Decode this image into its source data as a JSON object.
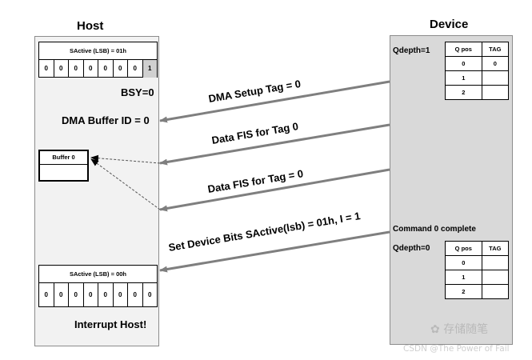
{
  "host": {
    "title": "Host",
    "sactive_before": {
      "header": "SActive (LSB) = 01h",
      "bits": [
        "0",
        "0",
        "0",
        "0",
        "0",
        "0",
        "0",
        "1"
      ]
    },
    "bsy": "BSY=0",
    "dma_buffer_id": "DMA Buffer ID = 0",
    "buffer_label": "Buffer 0",
    "sactive_after": {
      "header": "SActive (LSB) = 00h",
      "bits": [
        "0",
        "0",
        "0",
        "0",
        "0",
        "0",
        "0",
        "0"
      ]
    },
    "interrupt": "Interrupt Host!"
  },
  "device": {
    "title": "Device",
    "qdepth_before": "Qdepth=1",
    "queue_before": {
      "headers": [
        "Q pos",
        "TAG"
      ],
      "rows": [
        [
          "0",
          "0"
        ],
        [
          "1",
          ""
        ],
        [
          "2",
          ""
        ]
      ]
    },
    "command_complete": "Command 0 complete",
    "qdepth_after": "Qdepth=0",
    "queue_after": {
      "headers": [
        "Q pos",
        "TAG"
      ],
      "rows": [
        [
          "0",
          ""
        ],
        [
          "1",
          ""
        ],
        [
          "2",
          ""
        ]
      ]
    }
  },
  "messages": [
    "DMA Setup Tag = 0",
    "Data FIS for Tag 0",
    "Data FIS for Tag = 0",
    "Set Device Bits SActive(lsb) = 01h, I = 1"
  ],
  "watermarks": {
    "wechat": "存储随笔",
    "csdn": "CSDN @The Power of Fail"
  },
  "colors": {
    "arrow": "#7f7f7f",
    "host_panel": "#f2f2f2",
    "device_panel": "#d9d9d9"
  }
}
